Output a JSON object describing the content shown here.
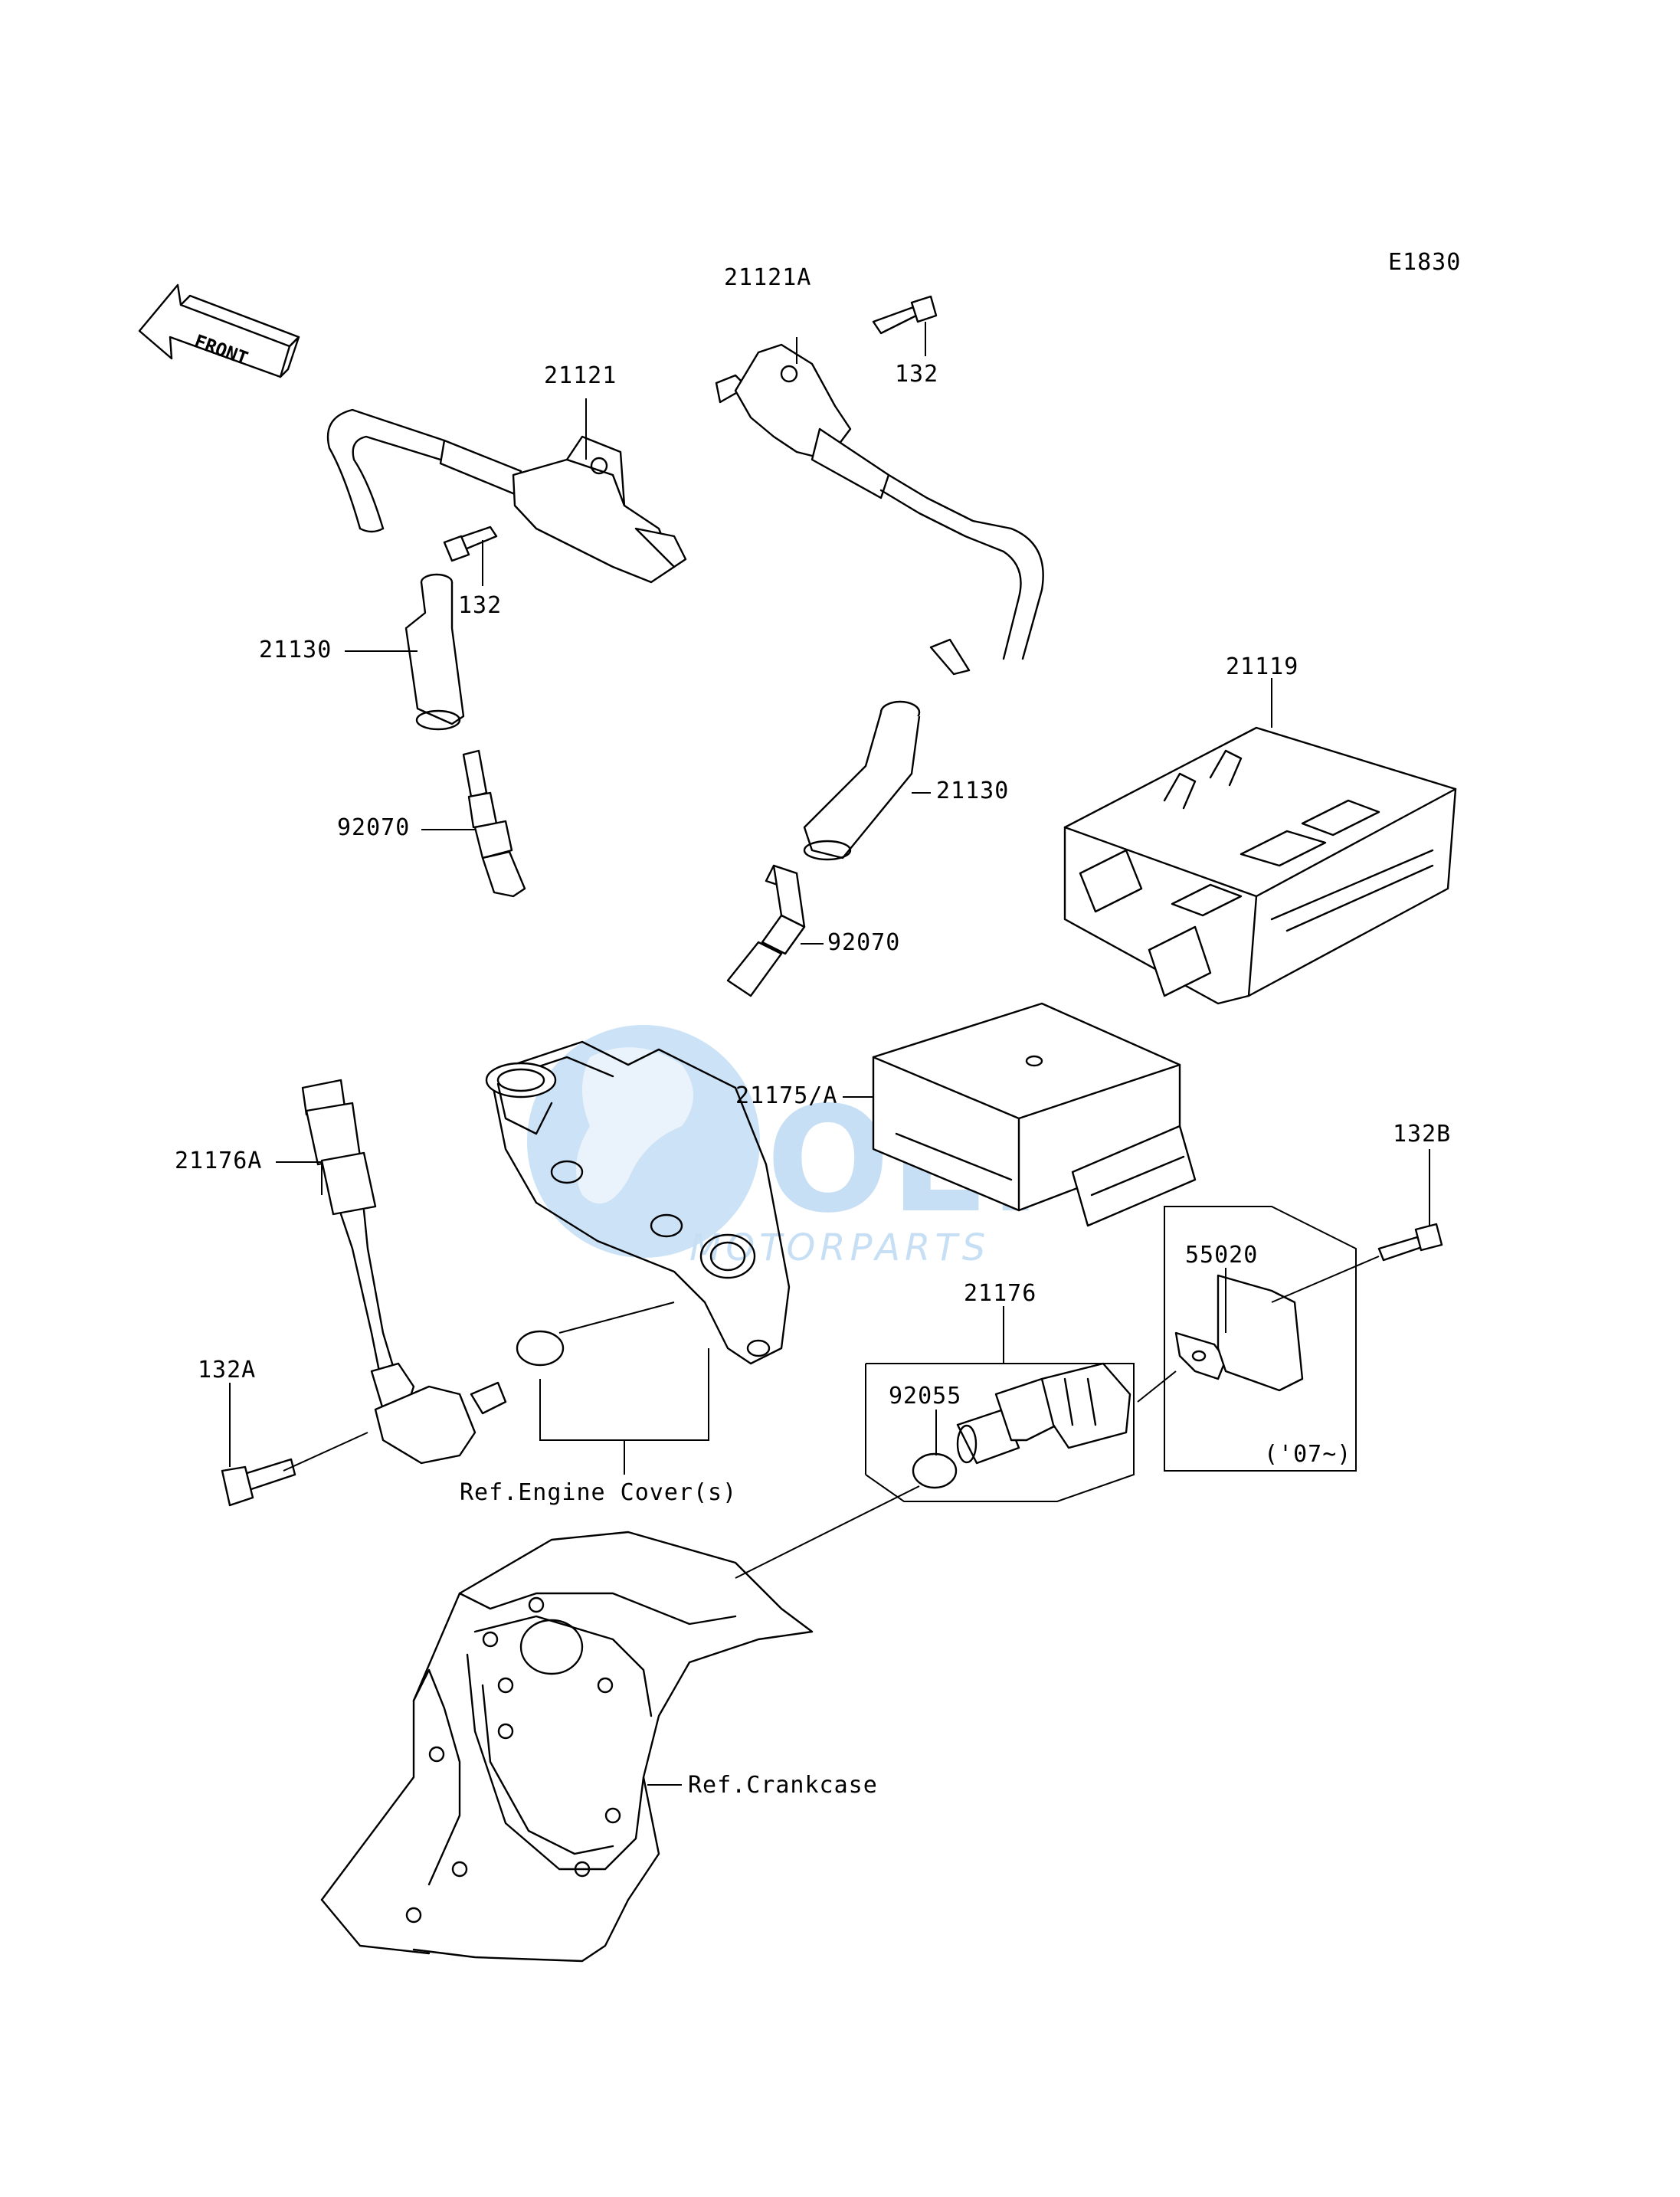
{
  "diagram_code": "E1830",
  "front_arrow_text": "FRONT",
  "watermark": {
    "brand": "OEM",
    "sub": "MOTORPARTS",
    "color": "#3a8fd8"
  },
  "labels": {
    "coil_21121A": "21121A",
    "bolt_132_right": "132",
    "coil_21121": "21121",
    "bolt_132_left": "132",
    "cap_21130_left": "21130",
    "cap_21130_right": "21130",
    "ecu_21119": "21119",
    "plug_92070_left": "92070",
    "plug_92070_right": "92070",
    "unit_21175A": "21175/A",
    "sensor_21176A": "21176A",
    "bolt_132B": "132B",
    "bracket_55020": "55020",
    "sensor_21176": "21176",
    "oring_92055": "92055",
    "bolt_132A": "132A",
    "year_note": "('07~)",
    "ref_engine_cover": "Ref.Engine Cover(s)",
    "ref_crankcase": "Ref.Crankcase"
  }
}
